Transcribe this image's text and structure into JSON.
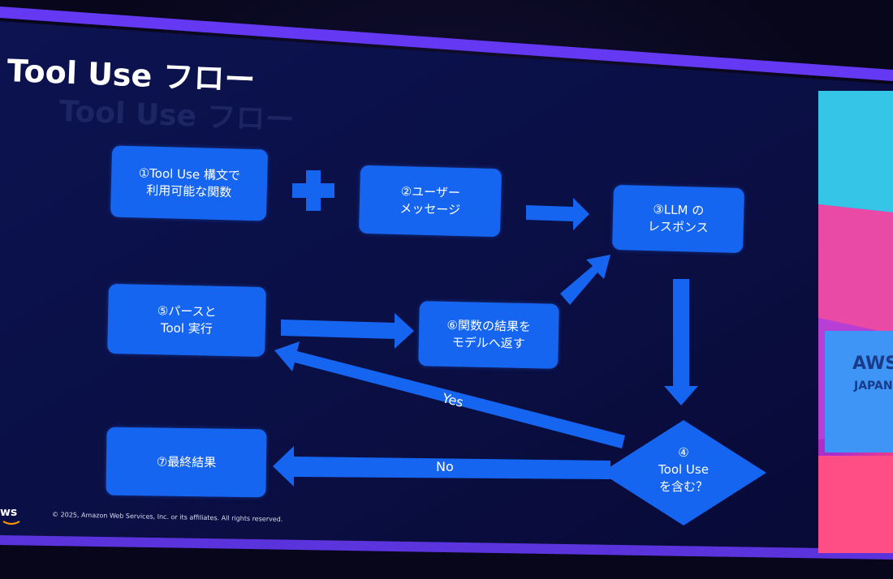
{
  "slide": {
    "title": "Tool Use フロー",
    "ghost_title": "Tool Use フロー",
    "copyright": "© 2025, Amazon Web Services, Inc. or its affiliates. All rights reserved.",
    "aws_logo": "ws"
  },
  "nodes": {
    "n1": {
      "line1": "①Tool Use 構文で",
      "line2": "利用可能な関数"
    },
    "n2": {
      "line1": "②ユーザー",
      "line2": "メッセージ"
    },
    "n3": {
      "line1": "③LLM の",
      "line2": "レスポンス"
    },
    "n4": {
      "line1": "④",
      "line2": "Tool Use",
      "line3": "を含む？"
    },
    "n5": {
      "line1": "⑤パースと",
      "line2": "Tool 実行"
    },
    "n6": {
      "line1": "⑥関数の結果を",
      "line2": "モデルへ返す"
    },
    "n7": {
      "line1": "⑦最終結果"
    }
  },
  "edges": {
    "yes_label": "Yes",
    "no_label": "No"
  },
  "side_screen": {
    "brand": "AWS",
    "region": "JAPAN"
  },
  "colors": {
    "box": "#1565f0",
    "arrow": "#1565f0",
    "accent_purple": "#6a3cff",
    "background": "#07061a"
  }
}
